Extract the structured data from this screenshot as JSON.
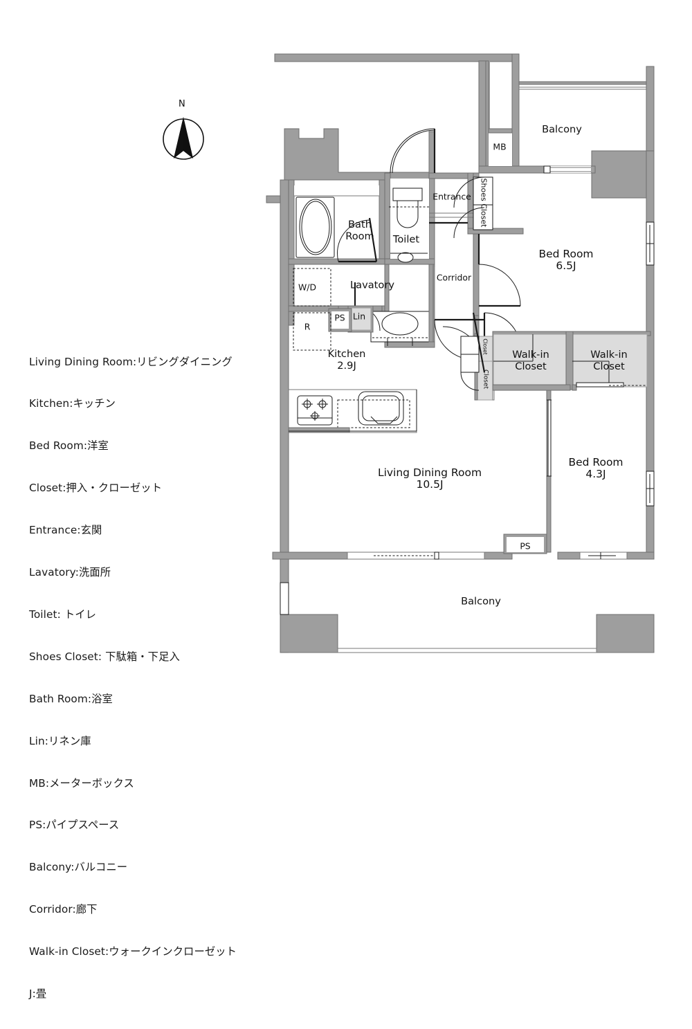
{
  "title": "Apartment Floor Plan",
  "compass": {
    "north_label": "N",
    "name": "north-arrow"
  },
  "legend": {
    "lines": [
      "Living Dining Room:リビングダイニング",
      "Kitchen:キッチン",
      "Bed Room:洋室",
      "Closet:押入・クローゼット",
      "Entrance:玄関",
      "Lavatory:洗面所",
      "Toilet: トイレ",
      "Shoes Closet: 下駄箱・下足入",
      "Bath Room:浴室",
      "Lin:リネン庫",
      "MB:メーターボックス",
      "PS:パイプスペース",
      "Balcony:バルコニー",
      "Corridor:廊下",
      "Walk-in Closet:ウォークインクローゼット",
      "J:畳"
    ]
  },
  "rooms": {
    "bath_room": {
      "label": "Bath",
      "label2": "Room"
    },
    "toilet": {
      "label": "Toilet"
    },
    "lavatory": {
      "label": "Lavatory"
    },
    "washer_dryer": {
      "label": "W/D"
    },
    "refrigerator": {
      "label": "R"
    },
    "pipe_space_kitchen": {
      "label": "PS"
    },
    "linen": {
      "label": "Lin"
    },
    "kitchen": {
      "label": "Kitchen",
      "area": "2.9J"
    },
    "living_dining": {
      "label": "Living Dining Room",
      "area": "10.5J"
    },
    "entrance": {
      "label": "Entrance"
    },
    "shoes_closet": {
      "label": "Shoes Closet"
    },
    "meter_box": {
      "label": "MB"
    },
    "balcony_north": {
      "label": "Balcony"
    },
    "balcony_south": {
      "label": "Balcony"
    },
    "corridor": {
      "label": "Corridor"
    },
    "bed_room_north": {
      "label": "Bed Room",
      "area": "6.5J"
    },
    "bed_room_south": {
      "label": "Bed Room",
      "area": "4.3J"
    },
    "walk_in_closet_left": {
      "label": "Walk-in",
      "label2": "Closet"
    },
    "walk_in_closet_right": {
      "label": "Walk-in",
      "label2": "Closet"
    },
    "closet_upper": {
      "label": "Closet"
    },
    "closet_lower": {
      "label": "Closet"
    },
    "pipe_space_south": {
      "label": "PS"
    }
  },
  "colors": {
    "wall": "#9e9e9e",
    "wall_stroke": "#6f6f6f",
    "closet_fill": "#dcdcdc",
    "line": "#1a1a1a",
    "background": "#ffffff"
  }
}
